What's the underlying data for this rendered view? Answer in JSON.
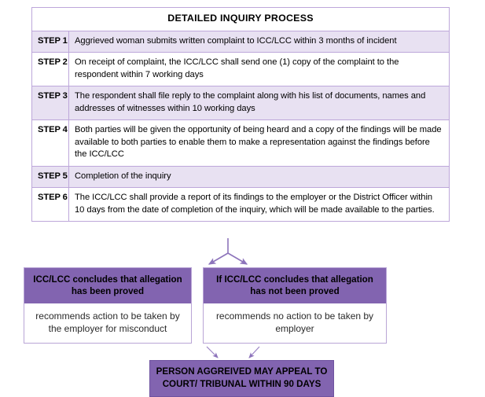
{
  "table": {
    "title": "DETAILED INQUIRY PROCESS",
    "rows": [
      {
        "step": "STEP 1",
        "text": "Aggrieved woman submits written complaint to ICC/LCC within 3 months of incident"
      },
      {
        "step": "STEP 2",
        "text": "On receipt of complaint, the ICC/LCC shall send one (1) copy of the complaint to the respondent within 7 working days"
      },
      {
        "step": "STEP 3",
        "text": "The respondent shall file reply to the complaint along with his list of documents, names and addresses of witnesses within 10 working days"
      },
      {
        "step": "STEP 4",
        "text": "Both parties will be given the opportunity of being heard and a copy of the findings will be made available to both parties to enable them to make a representation against the findings before the ICC/LCC"
      },
      {
        "step": "STEP 5",
        "text": "Completion of the inquiry"
      },
      {
        "step": "STEP 6",
        "text": "The ICC/LCC shall provide a report of its findings to the employer or the District Officer within 10 days from the date of completion of the inquiry, which will be made available to the parties."
      }
    ]
  },
  "outcomes": {
    "left": {
      "heading": "ICC/LCC concludes that allegation has been proved",
      "body": "recommends action to be taken by the employer for misconduct"
    },
    "right": {
      "heading": "If ICC/LCC concludes that allegation has not been proved",
      "body": "recommends no action to be taken by employer"
    }
  },
  "appeal": {
    "line1": "PERSON AGGREIVED MAY APPEAL TO",
    "line2": "COURT/ TRIBUNAL WITHIN 90 DAYS"
  },
  "colors": {
    "purple_fill": "#8264b0",
    "lavender_row": "#e8e1f2",
    "border": "#bda7da",
    "connector": "#8d74bb"
  }
}
